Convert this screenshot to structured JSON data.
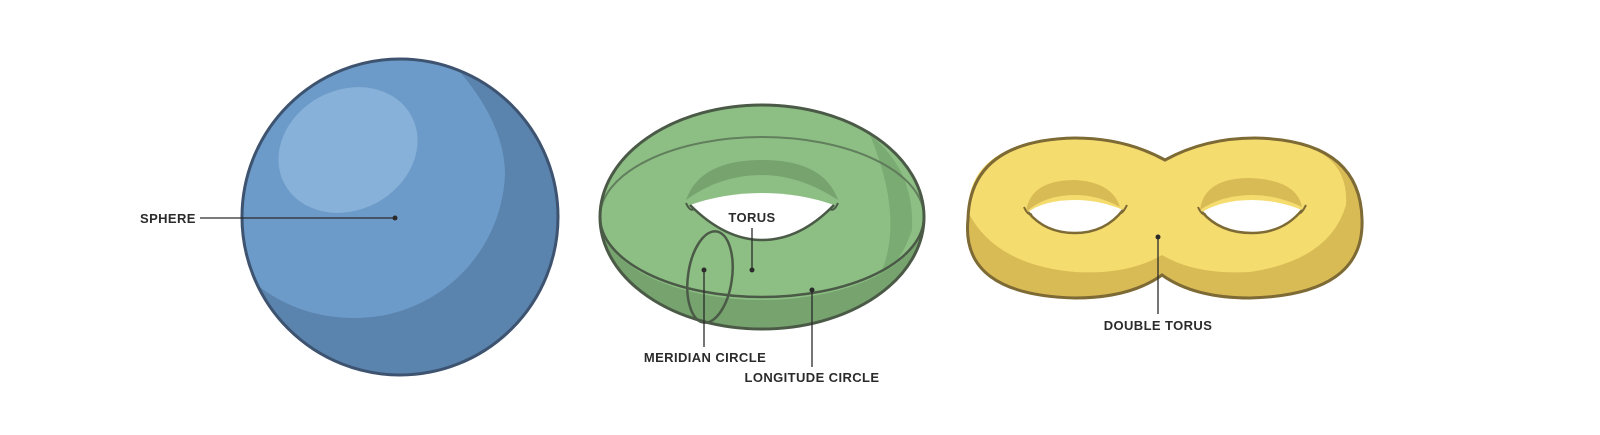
{
  "labels": {
    "sphere": "SPHERE",
    "torus": "TORUS",
    "meridian": "MERIDIAN CIRCLE",
    "longitude": "LONGITUDE CIRCLE",
    "double_torus": "DOUBLE TORUS"
  },
  "colors": {
    "sphere_fill": "#6c9bc9",
    "sphere_shadow": "#5a83ad",
    "sphere_highlight": "#87b1d8",
    "sphere_outline": "#3d5370",
    "torus_fill": "#8dbf84",
    "torus_shadow": "#76a36e",
    "torus_outline": "#4a5a46",
    "double_torus_fill": "#f5dc6e",
    "double_torus_shadow": "#d9bb55",
    "double_torus_outline": "#7d6a35",
    "label_text": "#2b2b2b"
  }
}
